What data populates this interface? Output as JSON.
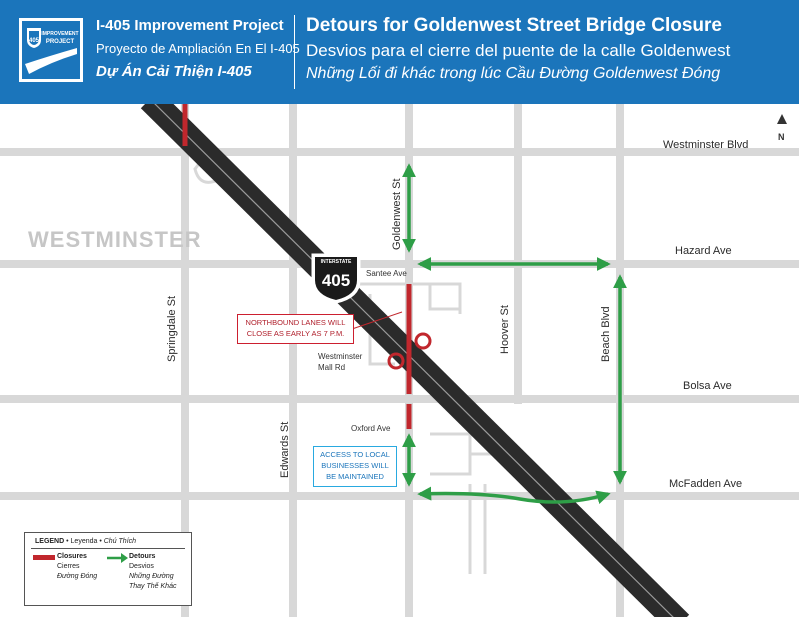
{
  "header": {
    "project_title": "I-405 Improvement Project",
    "project_title_es": "Proyecto de Ampliación En El I-405",
    "project_title_vi": "Dự Án Cải Thiện I-405",
    "detour_title": "Detours for Goldenwest Street Bridge Closure",
    "detour_title_es": "Desvios para el cierre del puente de la calle Goldenwest",
    "detour_title_vi": "Những Lối đi khác trong lúc Cầu Đường Goldenwest Đóng",
    "logo": {
      "number": "405",
      "line1": "IMPROVEMENT",
      "line2": "PROJECT"
    }
  },
  "colors": {
    "header_bg": "#1b75bb",
    "closure": "#c1272d",
    "detour": "#2e9e47",
    "road": "#d9d9d9",
    "freeway": "#2b2b2b",
    "access_box": "#29a9e0"
  },
  "map": {
    "city": "WESTMINSTER",
    "north": "N",
    "shield": {
      "top": "INTERSTATE",
      "number": "405"
    },
    "streets": {
      "westminster": "Westminster Blvd",
      "hazard": "Hazard Ave",
      "bolsa": "Bolsa Ave",
      "mcfadden": "McFadden Ave",
      "goldenwest": "Goldenwest St",
      "springdale": "Springdale St",
      "edwards": "Edwards St",
      "hoover": "Hoover St",
      "beach": "Beach Blvd",
      "santee": "Santee Ave",
      "mall_rd_1": "Westminster",
      "mall_rd_2": "Mall Rd",
      "oxford": "Oxford Ave"
    },
    "closure_note": [
      "NORTHBOUND LANES WILL",
      "CLOSE AS EARLY AS 7 P.M."
    ],
    "access_note": [
      "ACCESS TO LOCAL",
      "BUSINESSES WILL",
      "BE MAINTAINED"
    ]
  },
  "legend": {
    "title": "LEGEND",
    "title_es": "Leyenda",
    "title_vi": "Chú Thích",
    "separator": "•",
    "closures": "Closures",
    "closures_es": "Cierres",
    "closures_vi": "Đường Đóng",
    "detours": "Detours",
    "detours_es": "Desvios",
    "detours_vi1": "Những Đường",
    "detours_vi2": "Thay Thế Khác"
  }
}
